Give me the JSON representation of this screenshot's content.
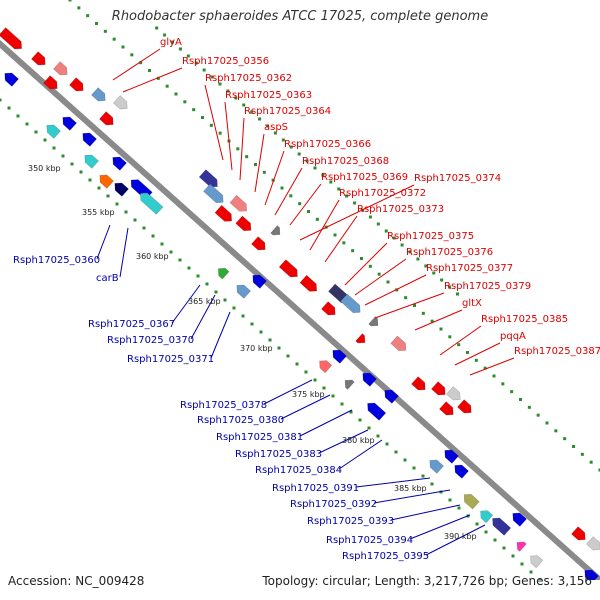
{
  "title": "Rhodobacter sphaeroides ATCC 17025, complete genome",
  "footer": {
    "accession": "Accession: NC_009428",
    "summary": "Topology: circular; Length: 3,217,726 bp; Genes: 3,156"
  },
  "colors": {
    "backbone": "#8c8c8c",
    "forward_label": "#dd0000",
    "reverse_label": "#0000aa",
    "tick_dot": "#2e8b2e"
  },
  "ticks": [
    "350 kbp",
    "355 kbp",
    "360 kbp",
    "365 kbp",
    "370 kbp",
    "375 kbp",
    "380 kbp",
    "385 kbp",
    "390 kbp"
  ],
  "forward_labels": [
    "glyA",
    "Rsph17025_0356",
    "Rsph17025_0362",
    "Rsph17025_0363",
    "Rsph17025_0364",
    "aspS",
    "Rsph17025_0366",
    "Rsph17025_0368",
    "Rsph17025_0369",
    "Rsph17025_0374",
    "Rsph17025_0372",
    "Rsph17025_0373",
    "Rsph17025_0375",
    "Rsph17025_0376",
    "Rsph17025_0377",
    "Rsph17025_0379",
    "gltX",
    "Rsph17025_0385",
    "pqqA",
    "Rsph17025_0387"
  ],
  "reverse_labels": [
    "Rsph17025_0360",
    "carB",
    "Rsph17025_0367",
    "Rsph17025_0370",
    "Rsph17025_0371",
    "Rsph17025_0378",
    "Rsph17025_0380",
    "Rsph17025_0381",
    "Rsph17025_0383",
    "Rsph17025_0384",
    "Rsph17025_0391",
    "Rsph17025_0392",
    "Rsph17025_0393",
    "Rsph17025_0394",
    "Rsph17025_0395"
  ]
}
